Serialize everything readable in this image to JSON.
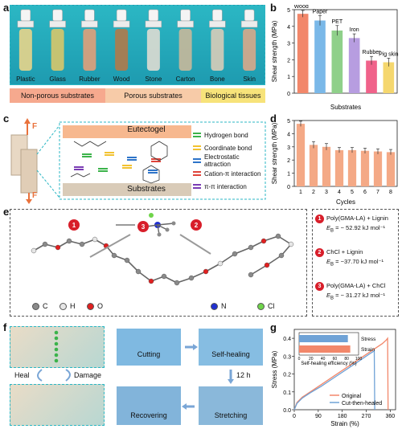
{
  "panels": {
    "a": {
      "label": "a",
      "samples": [
        "Plastic",
        "Glass",
        "Rubber",
        "Wood",
        "Stone",
        "Carton",
        "Bone",
        "Skin"
      ],
      "groups": [
        "Non-porous substrates",
        "Porous substrates",
        "Biological tissues"
      ],
      "colors": {
        "non_porous": "#f6a98e",
        "porous": "#f7cba8",
        "bio": "#f7e37a"
      }
    },
    "b": {
      "label": "b"
    },
    "c": {
      "label": "c",
      "top": "Eutectogel",
      "bottom": "Substrates",
      "force": "F",
      "legend": [
        {
          "name": "Hydrogen bond",
          "color": "#3bb34a"
        },
        {
          "name": "Coordinate bond",
          "color": "#f2c230"
        },
        {
          "name": "Electrostatic attraction",
          "color": "#2e74c9"
        },
        {
          "name": "Cation-π interaction",
          "color": "#e0443a"
        },
        {
          "name": "π-π interaction",
          "color": "#7a3cb4"
        }
      ]
    },
    "d": {
      "label": "d"
    },
    "e": {
      "label": "e",
      "items": [
        {
          "num": "1",
          "pair": "Poly(GMA-LA) + Lignin",
          "energy": "E",
          "sub": "B",
          "value": " = − 52.92 kJ mol⁻¹"
        },
        {
          "num": "2",
          "pair": "ChCl + Lignin",
          "energy": "E",
          "sub": "B",
          "value": " = −37.70 kJ mol⁻¹"
        },
        {
          "num": "3",
          "pair": "Poly(GMA-LA) + ChCl",
          "energy": "E",
          "sub": "B",
          "value": " = − 31.27 kJ mol⁻¹"
        }
      ],
      "atoms": [
        {
          "sym": "C",
          "color": "#8a8a8a"
        },
        {
          "sym": "H",
          "color": "#e6e6e6"
        },
        {
          "sym": "O",
          "color": "#e02020"
        },
        {
          "sym": "N",
          "color": "#2030d0"
        },
        {
          "sym": "Cl",
          "color": "#6fd44a"
        }
      ]
    },
    "f": {
      "label": "f",
      "heal": "Heal",
      "damage": "Damage",
      "steps": [
        "Cutting",
        "Self-healing",
        "Stretching",
        "Recovering"
      ],
      "time": "12 h"
    },
    "g": {
      "label": "g"
    }
  },
  "chart_data": [
    {
      "type": "bar",
      "panel": "b",
      "categories": [
        "Wood",
        "Paper",
        "PET",
        "Iron",
        "Rubber",
        "Pig skin"
      ],
      "values": [
        4.75,
        4.35,
        3.75,
        3.3,
        1.95,
        1.85
      ],
      "errors": [
        0.2,
        0.3,
        0.3,
        0.25,
        0.25,
        0.25
      ],
      "colors": [
        "#f2876a",
        "#7ab8e8",
        "#8fd08a",
        "#b79de0",
        "#f0628a",
        "#f5d76e"
      ],
      "xlabel": "Substrates",
      "ylabel": "Shear strength (MPa)",
      "ylim": [
        0,
        5
      ],
      "yticks": [
        0,
        1,
        2,
        3,
        4,
        5
      ]
    },
    {
      "type": "bar",
      "panel": "d",
      "categories": [
        "1",
        "2",
        "3",
        "4",
        "5",
        "6",
        "7",
        "8"
      ],
      "values": [
        4.75,
        3.15,
        3.0,
        2.75,
        2.75,
        2.7,
        2.65,
        2.6
      ],
      "errors": [
        0.2,
        0.25,
        0.25,
        0.2,
        0.2,
        0.2,
        0.2,
        0.2
      ],
      "color": "#f4a986",
      "xlabel": "Cycles",
      "ylabel": "Shear strength (MPa)",
      "ylim": [
        0,
        5
      ],
      "yticks": [
        0,
        1,
        2,
        3,
        4,
        5
      ]
    },
    {
      "type": "line",
      "panel": "g",
      "xlabel": "Strain (%)",
      "ylabel": "Stress (MPa)",
      "xlim": [
        0,
        380
      ],
      "ylim": [
        0,
        0.45
      ],
      "xticks": [
        0,
        90,
        180,
        270,
        360
      ],
      "yticks": [
        0.0,
        0.1,
        0.2,
        0.3,
        0.4
      ],
      "series": [
        {
          "name": "Original",
          "color": "#f2876a",
          "x": [
            0,
            10,
            30,
            60,
            100,
            150,
            200,
            250,
            300,
            330,
            345,
            350,
            352
          ],
          "y": [
            0,
            0.04,
            0.07,
            0.1,
            0.14,
            0.19,
            0.24,
            0.29,
            0.34,
            0.37,
            0.39,
            0.4,
            0.0
          ]
        },
        {
          "name": "Cut-then-healed",
          "color": "#6fa2d6",
          "x": [
            0,
            10,
            30,
            60,
            100,
            150,
            200,
            250,
            280,
            300,
            302
          ],
          "y": [
            0,
            0.035,
            0.065,
            0.095,
            0.13,
            0.18,
            0.23,
            0.28,
            0.31,
            0.33,
            0.0
          ]
        }
      ],
      "inset": {
        "type": "bar",
        "orientation": "horizontal",
        "xlabel": "Self-healing efficiency (%)",
        "xlim": [
          0,
          100
        ],
        "xticks": [
          0,
          20,
          40,
          60,
          80,
          100
        ],
        "categories": [
          "Stress",
          "Strain"
        ],
        "values": [
          82,
          86
        ],
        "colors": [
          "#6fa2d6",
          "#f2876a"
        ]
      }
    }
  ]
}
